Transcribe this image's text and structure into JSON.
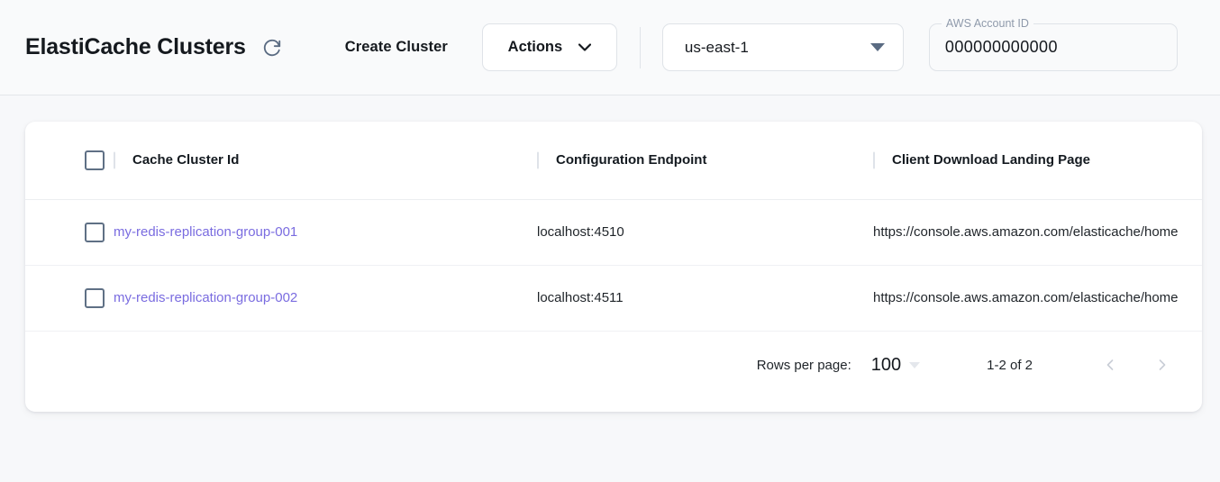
{
  "header": {
    "title": "ElastiCache Clusters",
    "refresh_icon": "refresh-icon",
    "create_cluster_label": "Create Cluster",
    "actions_label": "Actions",
    "actions_caret_icon": "chevron-down-icon",
    "region": {
      "value": "us-east-1",
      "caret_icon": "triangle-down-icon"
    },
    "account": {
      "label": "AWS Account ID",
      "value": "000000000000"
    }
  },
  "table": {
    "columns": [
      {
        "key": "select",
        "label": ""
      },
      {
        "key": "cluster_id",
        "label": "Cache Cluster Id"
      },
      {
        "key": "config_endpoint",
        "label": "Configuration Endpoint"
      },
      {
        "key": "download_page",
        "label": "Client Download Landing Page"
      }
    ],
    "rows": [
      {
        "cluster_id": "my-redis-replication-group-001",
        "config_endpoint": "localhost:4510",
        "download_page": "https://console.aws.amazon.com/elasticache/home"
      },
      {
        "cluster_id": "my-redis-replication-group-002",
        "config_endpoint": "localhost:4511",
        "download_page": "https://console.aws.amazon.com/elasticache/home"
      }
    ]
  },
  "pagination": {
    "rows_per_page_label": "Rows per page:",
    "rows_per_page_value": "100",
    "range_label": "1-2 of 2",
    "prev_icon": "chevron-left-icon",
    "next_icon": "chevron-right-icon"
  },
  "colors": {
    "link": "#7a6ce0",
    "page_bg": "#f7f8fa",
    "header_bg": "#f9fafb",
    "checkbox_border": "#5f7085",
    "accent_slate": "#5a6b82"
  }
}
